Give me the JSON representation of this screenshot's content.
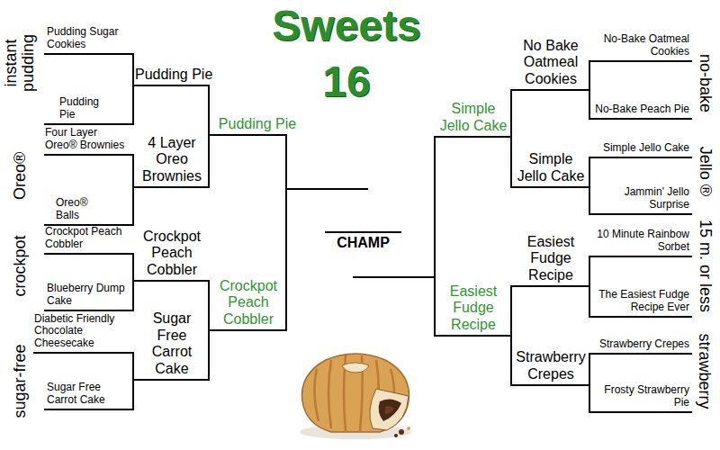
{
  "diagram": {
    "title": "Sweets 16",
    "labels": [
      "instant pudding",
      "Oreo®",
      "crockpot",
      "sugar-free",
      "Pudding Sugar Cookies",
      "Pudding Pie",
      "Four Layer Oreo® Brownies",
      "Oreo® Balls",
      "Crockpot Peach Cobbler",
      "Blueberry Dump Cake",
      "Diabetic Friendly Chocolate Cheesecake",
      "Sugar Free Carrot Cake",
      "Pudding Pie",
      "4 Layer Oreo Brownies",
      "Crockpot Peach Cobbler",
      "Sugar Free Carrot Cake",
      "Pudding Pie",
      "Crockpot Peach Cobbler",
      "CHAMP",
      "Simple Jello Cake",
      "Easiest Fudge Recipe",
      "No Bake Oatmeal Cookies",
      "Simple Jello Cake",
      "Easiest Fudge Recipe",
      "Strawberry Crepes",
      "No-Bake Oatmeal Cookies",
      "No-Bake Peach Pie",
      "Simple Jello Cake",
      "Jammin' Jello Surprise",
      "10 Minute Rainbow Sorbet",
      "The Easiest Fudge Recipe Ever",
      "Strawberry Crepes",
      "Frosty Strawberry Pie",
      "no-bake",
      "Jello ®",
      "15 m. or less",
      "strawberry"
    ]
  }
}
